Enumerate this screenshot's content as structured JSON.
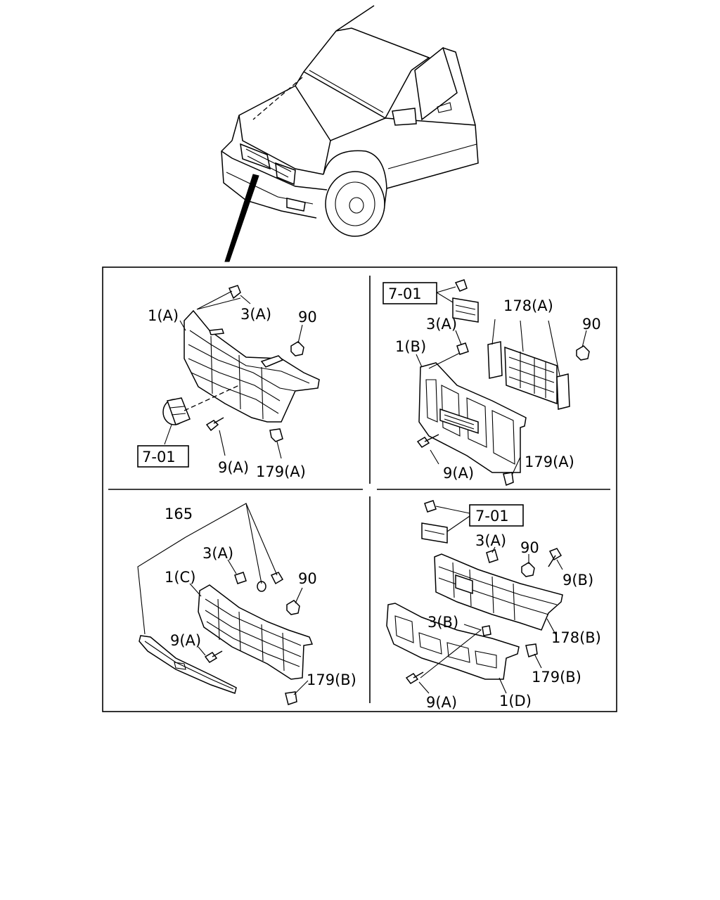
{
  "panels": {
    "top_left": {
      "labels": {
        "grille": "1(A)",
        "clip": "3(A)",
        "nut": "90",
        "screw": "9(A)",
        "fastener": "179(A)",
        "ref_box": "7-01"
      }
    },
    "top_right": {
      "labels": {
        "ref_box": "7-01",
        "insert": "178(A)",
        "nut": "90",
        "clip": "3(A)",
        "grille": "1(B)",
        "fastener": "179(A)",
        "screw": "9(A)"
      }
    },
    "bottom_left": {
      "labels": {
        "moulding": "165",
        "clip": "3(A)",
        "nut": "90",
        "grille": "1(C)",
        "screw": "9(A)",
        "fastener": "179(B)"
      }
    },
    "bottom_right": {
      "labels": {
        "ref_box": "7-01",
        "clip_a": "3(A)",
        "nut": "90",
        "screw_b": "9(B)",
        "clip_b": "3(B)",
        "insert": "178(B)",
        "fastener": "179(B)",
        "screw": "9(A)",
        "grille": "1(D)"
      }
    }
  }
}
